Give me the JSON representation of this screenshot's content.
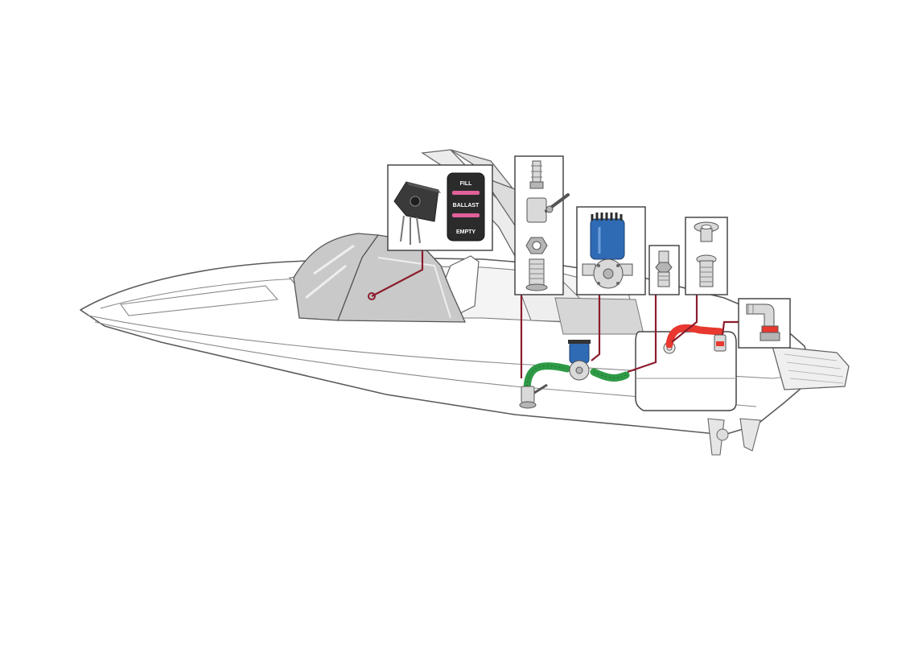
{
  "switch_panel": {
    "fill_label": "FILL",
    "ballast_label": "BALLAST",
    "empty_label": "EMPTY"
  },
  "colors": {
    "fill_hose": "#2f9a46",
    "discharge_hose": "#e8382f",
    "pump_body": "#2f6bb5",
    "leader_line": "#8b1d2c",
    "led_indicator": "#e0609a",
    "switch_body": "#2b2b2b"
  },
  "icons": [
    "timer-dial-icon",
    "rocker-switch-icon",
    "hose-barb-icon",
    "ball-valve-icon",
    "hex-nut-icon",
    "threaded-nipple-icon",
    "ballast-pump-icon",
    "check-valve-icon",
    "thru-hull-fitting-icon",
    "elbow-fitting-icon",
    "ballast-tank-icon"
  ]
}
